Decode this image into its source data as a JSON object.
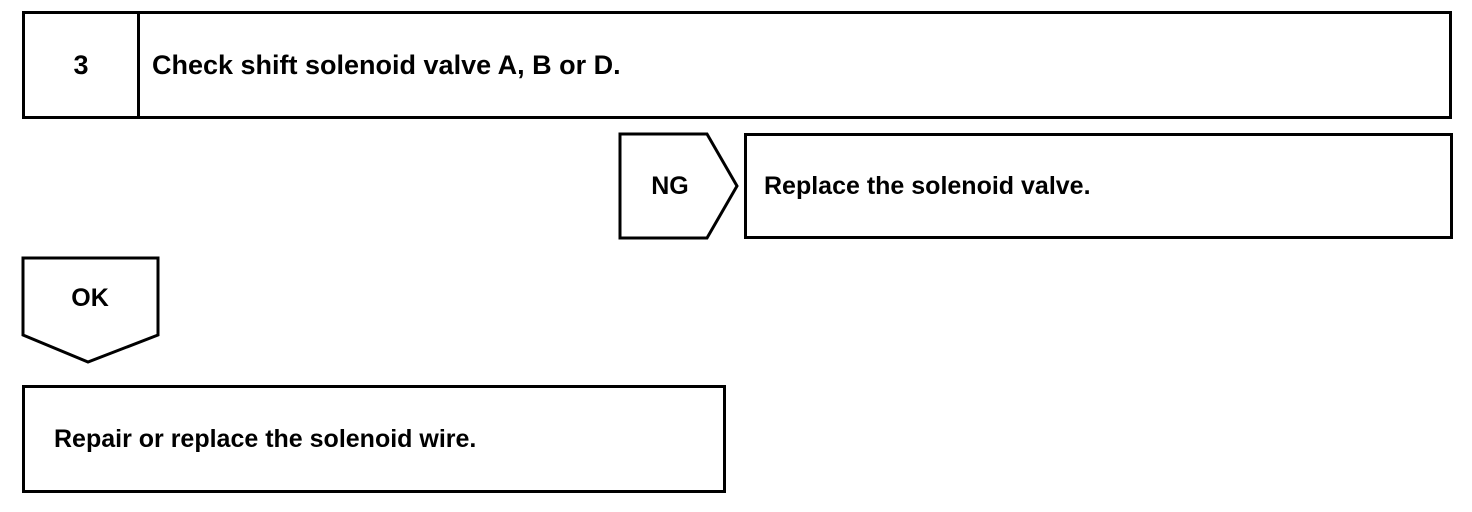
{
  "step": {
    "number": "3",
    "title": "Check shift solenoid valve A, B or D."
  },
  "ng_branch": {
    "label": "NG",
    "action": "Replace the solenoid valve."
  },
  "ok_branch": {
    "label": "OK",
    "action": "Repair or replace the solenoid wire."
  }
}
